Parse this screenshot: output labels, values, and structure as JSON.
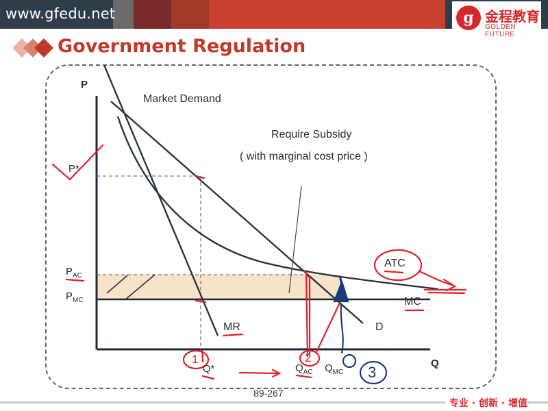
{
  "header": {
    "site": "www.gfedu.net",
    "logo_cn": "金程教育",
    "logo_en": "GOLDEN FUTURE",
    "logo_mark": "g"
  },
  "slide": {
    "title": "Government Regulation",
    "page": "89-267",
    "footer": "专业 · 创新 · 增值"
  },
  "diagram": {
    "axis_y": "P",
    "axis_x": "Q",
    "market_demand": "Market Demand",
    "subsidy_line1": "Require Subsidy",
    "subsidy_line2": "( with marginal cost price )",
    "p_star": "P*",
    "p_ac": "P",
    "p_ac_sub": "AC",
    "p_mc": "P",
    "p_mc_sub": "MC",
    "mr": "MR",
    "d": "D",
    "atc": "ATC",
    "mc": "MC",
    "q_star": "Q*",
    "q_ac": "Q",
    "q_ac_sub": "AC",
    "q_mc": "Q",
    "q_mc_sub": "MC",
    "mark1": "1",
    "mark2": "2",
    "mark3": "3"
  },
  "colors": {
    "accent": "#c0392b",
    "ink": "#2b3440",
    "annot_red": "#e0202a",
    "annot_blue": "#1a3a7a",
    "shade": "#f6e3c8"
  }
}
